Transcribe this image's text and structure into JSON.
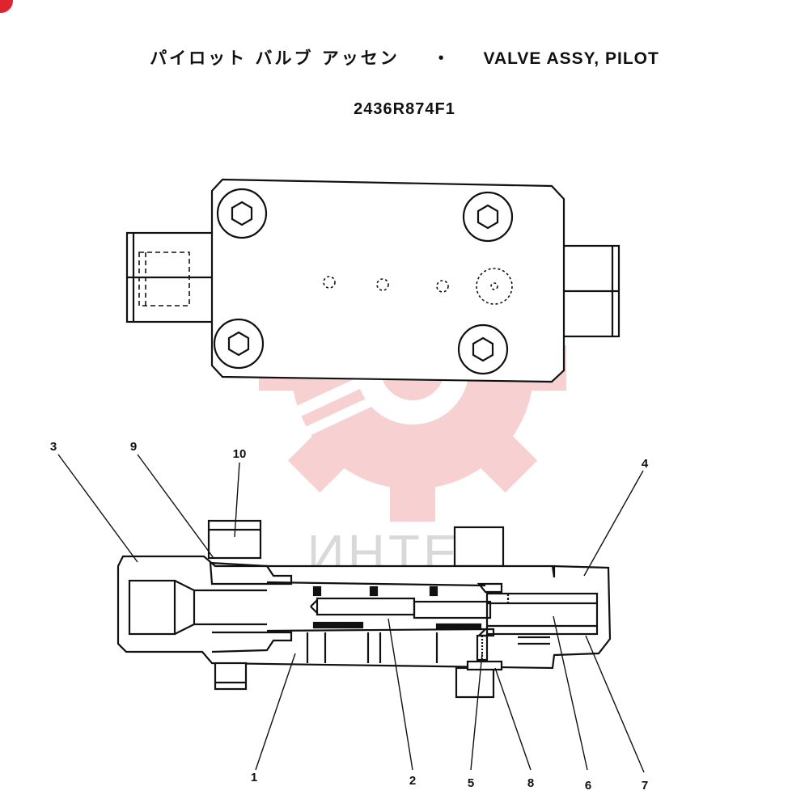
{
  "header": {
    "title_jp": "パイロット バルブ アッセン",
    "separator": "・",
    "title_en": "VALVE ASSY, PILOT",
    "part_number": "2436R874F1"
  },
  "watermark": {
    "text": "ИНТЕХ",
    "gear_color": "#f6c9c9",
    "text_color": "#d9d9d9"
  },
  "callouts": {
    "c1": "1",
    "c2": "2",
    "c3": "3",
    "c4": "4",
    "c5": "5",
    "c6": "6",
    "c7": "7",
    "c8": "8",
    "c9": "9",
    "c10": "10"
  },
  "colors": {
    "line": "#111111",
    "badge": "#e0242f"
  }
}
